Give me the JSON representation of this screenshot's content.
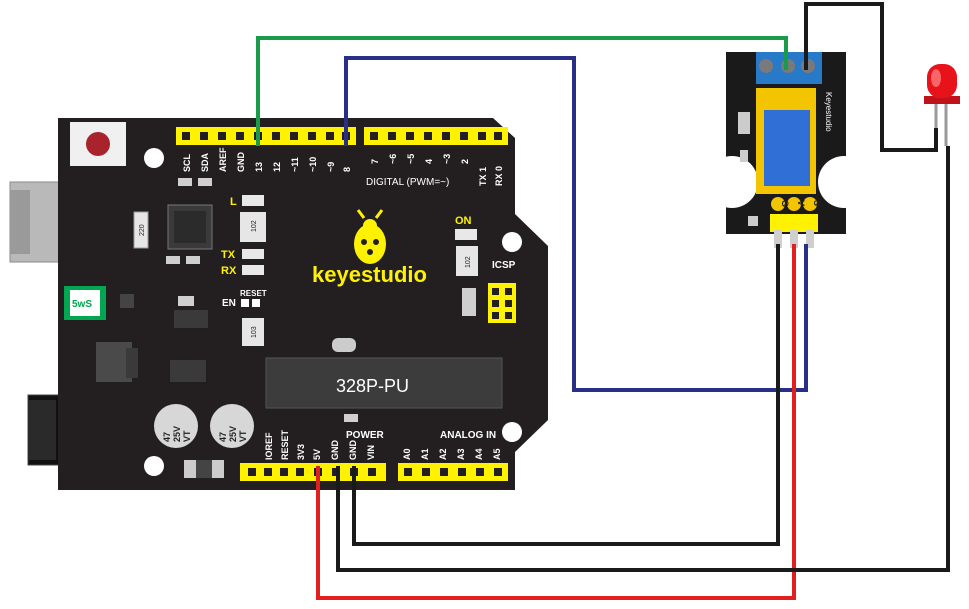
{
  "board": {
    "brand": "keyestudio",
    "chip": "328P-PU",
    "digital_label": "DIGITAL (PWM=~)",
    "power_label": "POWER",
    "analog_label": "ANALOG IN",
    "icsp_label": "ICSP",
    "on_label": "ON",
    "reset_label": "RESET",
    "en_label": "EN",
    "l_label": "L",
    "tx_label": "TX",
    "rx_label": "RX",
    "fuse_label": "5wS",
    "resistor_1": "220",
    "resistor_2": "102",
    "resistor_3": "102",
    "resistor_4": "103",
    "cap_text": [
      "47",
      "25V",
      "VT"
    ],
    "top_header_left": [
      "SCL",
      "SDA",
      "AREF",
      "GND",
      "13",
      "12",
      "~11",
      "~10",
      "~9",
      "8"
    ],
    "top_header_right": [
      "7",
      "~6",
      "~5",
      "4",
      "~3",
      "2",
      "TX 1",
      "RX 0"
    ],
    "bottom_power": [
      "IOREF",
      "RESET",
      "3V3",
      "5V",
      "GND",
      "GND",
      "VIN"
    ],
    "bottom_analog": [
      "A0",
      "A1",
      "A2",
      "A3",
      "A4",
      "A5"
    ]
  },
  "module": {
    "brand": "Keyestudio",
    "pins": [
      "G",
      "V",
      "S"
    ]
  },
  "wires": [
    {
      "name": "green-wire",
      "color": "#1a9a4a"
    },
    {
      "name": "blue-wire",
      "color": "#2a2f86"
    },
    {
      "name": "red-wire",
      "color": "#e0201f"
    },
    {
      "name": "black-wire",
      "color": "#1a1a1a"
    }
  ],
  "colors": {
    "board": "#231f20",
    "header": "#fff200",
    "module_board": "#1a1a1a",
    "relay": "#2f6fd6",
    "terminal": "#2979c9",
    "led": "#e8121a"
  }
}
